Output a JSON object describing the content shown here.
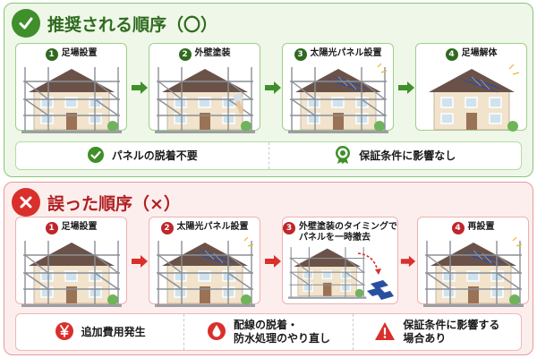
{
  "good": {
    "title": "推奨される順序（〇）",
    "steps": [
      {
        "num": "1",
        "label": "足場設置"
      },
      {
        "num": "2",
        "label": "外壁塗装"
      },
      {
        "num": "3",
        "label": "太陽光パネル設置"
      },
      {
        "num": "4",
        "label": "足場解体"
      }
    ],
    "benefits": [
      {
        "icon": "check-circle-icon",
        "text": "パネルの脱着不要"
      },
      {
        "icon": "warranty-medal-icon",
        "text": "保証条件に影響なし"
      }
    ]
  },
  "bad": {
    "title": "誤った順序（×）",
    "steps": [
      {
        "num": "1",
        "label": "足場設置"
      },
      {
        "num": "2",
        "label": "太陽光パネル設置"
      },
      {
        "num": "3",
        "label": "外壁塗装のタイミングで\nパネルを一時撤去"
      },
      {
        "num": "4",
        "label": "再設置"
      }
    ],
    "problems": [
      {
        "icon": "yen-icon",
        "text": "追加費用発生"
      },
      {
        "icon": "water-drop-icon",
        "text": "配線の脱着・\n防水処理のやり直し"
      },
      {
        "icon": "warning-icon",
        "text": "保証条件に影響する\n場合あり"
      }
    ]
  },
  "colors": {
    "good_accent": "#3f8f2a",
    "bad_accent": "#d9302c",
    "panel_blue": "#2a4fa0",
    "wall_beige": "#f1e3cc",
    "roof_brown": "#6b5248",
    "scaffold_gray": "#8a8f96"
  }
}
